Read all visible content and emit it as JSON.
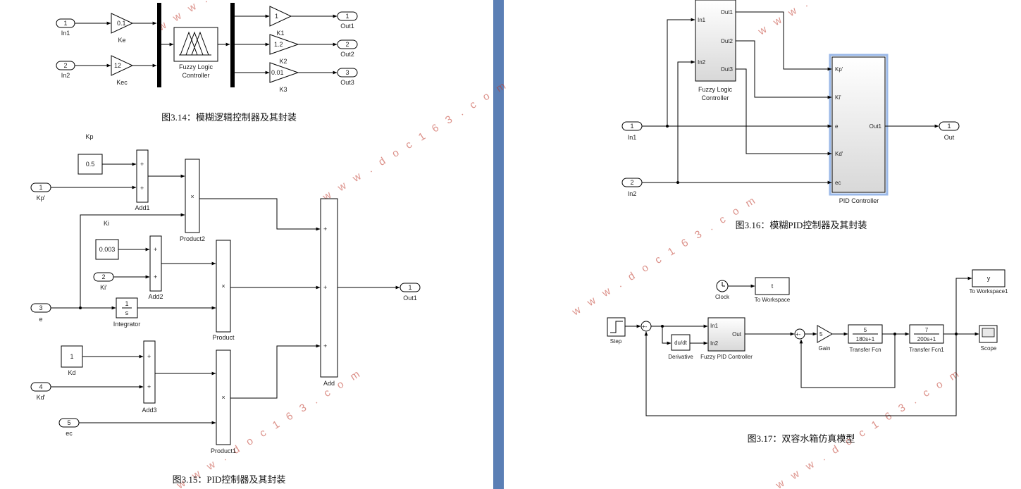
{
  "colors": {
    "divider": "#5b7fb5",
    "watermark": "#c0392b",
    "selection": "#9ab8e8"
  },
  "watermark": {
    "text": "w w w . d o c 1 6 3 . c o m"
  },
  "fig314": {
    "caption": "图3.14：模糊逻辑控制器及其封装",
    "in1_num": "1",
    "in1": "In1",
    "in2_num": "2",
    "in2": "In2",
    "ke_val": "0.1",
    "ke": "Ke",
    "kec_val": "12",
    "kec": "Kec",
    "flc_l1": "Fuzzy Logic",
    "flc_l2": "Controller",
    "k1_val": "1",
    "k1": "K1",
    "k2_val": "1.2",
    "k2": "K2",
    "k3_val": "0.01",
    "k3": "K3",
    "out1_num": "1",
    "out1": "Out1",
    "out2_num": "2",
    "out2": "Out2",
    "out3_num": "3",
    "out3": "Out3"
  },
  "fig315": {
    "caption": "图3.15：PID控制器及其封装",
    "kp_label": "Kp",
    "ki_label": "Ki",
    "c05": "0.5",
    "c0003": "0.003",
    "c1": "1",
    "kd": "Kd",
    "kp_num": "1",
    "kp_port": "Kp'",
    "ki_num": "2",
    "ki_port": "Ki'",
    "e_num": "3",
    "e_port": "e",
    "kd_num": "4",
    "kd_port": "Kd'",
    "ec_num": "5",
    "ec_port": "ec",
    "add1": "Add1",
    "add2": "Add2",
    "add3": "Add3",
    "add": "Add",
    "plus": "+",
    "times": "×",
    "product": "Product",
    "product1": "Product1",
    "product2": "Product2",
    "int_num": "1",
    "int_den": "s",
    "integrator": "Integrator",
    "out_num": "1",
    "out": "Out1"
  },
  "fig316": {
    "caption": "图3.16：模糊PID控制器及其封装",
    "flc_in1": "In1",
    "flc_in2": "In2",
    "flc_out1": "Out1",
    "flc_out2": "Out2",
    "flc_out3": "Out3",
    "flc_l1": "Fuzzy Logic",
    "flc_l2": "Controller",
    "pid_kp": "Kp'",
    "pid_ki": "Ki'",
    "pid_e": "e",
    "pid_kd": "Kd'",
    "pid_ec": "ec",
    "pid_out": "Out1",
    "pid_name": "PID Controller",
    "in1_num": "1",
    "in1": "In1",
    "in2_num": "2",
    "in2": "In2",
    "out_num": "1",
    "out": "Out"
  },
  "fig317": {
    "caption": "图3.17：双容水箱仿真模型",
    "clock": "Clock",
    "tw_val": "t",
    "tw": "To Workspace",
    "y_val": "y",
    "tw1": "To Workspace1",
    "step": "Step",
    "sum_sign": "+-",
    "deriv_val": "du/dt",
    "deriv": "Derivative",
    "fpid_in1": "In1",
    "fpid_in2": "In2",
    "fpid_out": "Out",
    "fpid": "Fuzzy PID Controller",
    "gain_val": "5",
    "gain": "Gain",
    "tf_num": "5",
    "tf_den": "180s+1",
    "tf": "Transfer Fcn",
    "tf1_num": "7",
    "tf1_den": "200s+1",
    "tf1": "Transfer Fcn1",
    "scope": "Scope"
  }
}
